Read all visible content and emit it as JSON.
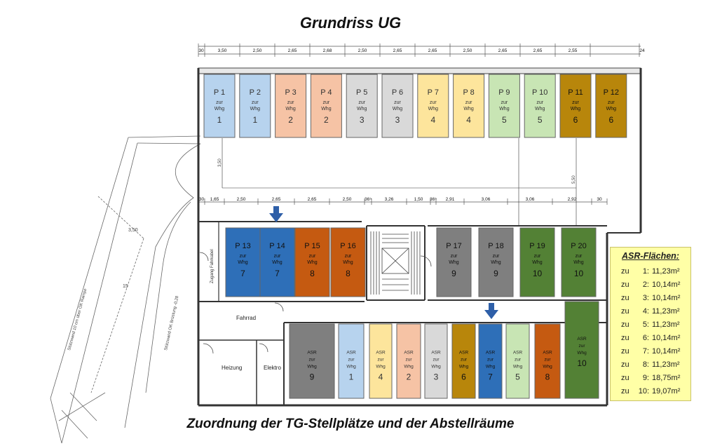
{
  "title": "Grundriss UG",
  "subtitle": "Zuordnung der TG-Stellplätze und der Abstellräume",
  "top_dims": [
    "30",
    "3,50",
    "2,50",
    "2,65",
    "2,68",
    "2,50",
    "2,65",
    "2,65",
    "2,50",
    "2,65",
    "2,65",
    "2,55",
    "24"
  ],
  "mid_dims": [
    "30",
    "1,65",
    "2,50",
    "2,65",
    "2,65",
    "2,50",
    "36⁵",
    "3,26",
    "1,50",
    "36⁵",
    "2,91",
    "3,06",
    "3,06",
    "2,92",
    "30"
  ],
  "colors": {
    "1": "#b7d3ee",
    "2": "#f6c3a5",
    "3": "#d9d9d9",
    "4": "#fde59c",
    "5": "#c8e5b4",
    "6": "#b8860b",
    "7": "#2e6fb8",
    "8": "#c55a11",
    "9": "#7f7f7f",
    "10": "#538135"
  },
  "top_row": [
    {
      "p": "P 1",
      "w": "1"
    },
    {
      "p": "P 2",
      "w": "1"
    },
    {
      "p": "P 3",
      "w": "2"
    },
    {
      "p": "P 4",
      "w": "2"
    },
    {
      "p": "P 5",
      "w": "3"
    },
    {
      "p": "P 6",
      "w": "3"
    },
    {
      "p": "P 7",
      "w": "4"
    },
    {
      "p": "P 8",
      "w": "4"
    },
    {
      "p": "P 9",
      "w": "5"
    },
    {
      "p": "P 10",
      "w": "5"
    },
    {
      "p": "P 11",
      "w": "6"
    },
    {
      "p": "P 12",
      "w": "6"
    }
  ],
  "mid_row": [
    {
      "p": "P 13",
      "w": "7"
    },
    {
      "p": "P 14",
      "w": "7"
    },
    {
      "p": "P 15",
      "w": "8"
    },
    {
      "p": "P 16",
      "w": "8"
    },
    {
      "p": "P 17",
      "w": "9"
    },
    {
      "p": "P 18",
      "w": "9"
    },
    {
      "p": "P 19",
      "w": "10"
    },
    {
      "p": "P 20",
      "w": "10"
    }
  ],
  "asr_rooms": [
    {
      "w": "9"
    },
    {
      "w": "1"
    },
    {
      "w": "4"
    },
    {
      "w": "2"
    },
    {
      "w": "3"
    },
    {
      "w": "6"
    },
    {
      "w": "7"
    },
    {
      "w": "5"
    },
    {
      "w": "8"
    },
    {
      "w": "10"
    }
  ],
  "zur_label": "zur",
  "whg_label": "Whg",
  "asr_label": "ASR",
  "rooms": {
    "fahrrad": "Fahrrad",
    "heizung": "Heizung",
    "elektro": "Elektro",
    "zugang": "Zugang Fahrkabel"
  },
  "ramp": {
    "dim": "3,50",
    "side_text": "Stützwand OK Brüstung -0,28",
    "side_text2": "Stützwand 10 cm über OK Rampe",
    "small": "15"
  },
  "side_dims": {
    "a": "3,50",
    "b": "5,50"
  },
  "legend": {
    "title": "ASR-Flächen:",
    "rows": [
      {
        "pre": "zu",
        "num": "1:",
        "val": "11,23m²"
      },
      {
        "pre": "zu",
        "num": "2:",
        "val": "10,14m²"
      },
      {
        "pre": "zu",
        "num": "3:",
        "val": "10,14m²"
      },
      {
        "pre": "zu",
        "num": "4:",
        "val": "11,23m²"
      },
      {
        "pre": "zu",
        "num": "5:",
        "val": "11,23m²"
      },
      {
        "pre": "zu",
        "num": "6:",
        "val": "10,14m²"
      },
      {
        "pre": "zu",
        "num": "7:",
        "val": "10,14m²"
      },
      {
        "pre": "zu",
        "num": "8:",
        "val": "11,23m²"
      },
      {
        "pre": "zu",
        "num": "9:",
        "val": "18,75m²"
      },
      {
        "pre": "zu",
        "num": "10:",
        "val": "19,07m²"
      }
    ]
  }
}
